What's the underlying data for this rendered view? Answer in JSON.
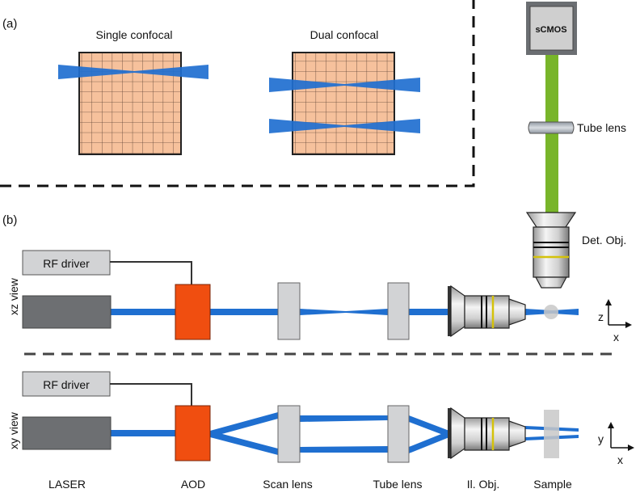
{
  "panel_a": {
    "tag": "(a)",
    "single_title": "Single confocal",
    "dual_title": "Dual confocal"
  },
  "panel_b": {
    "tag": "(b)",
    "xz_view": "xz view",
    "xy_view": "xy view",
    "rf_driver": "RF driver",
    "axes_xz": {
      "vertical": "z",
      "horizontal": "x"
    },
    "axes_xy": {
      "vertical": "y",
      "horizontal": "x"
    }
  },
  "detection": {
    "camera": "sCMOS",
    "tube_lens": "Tube lens",
    "objective": "Det. Obj."
  },
  "bottom_labels": {
    "laser": "LASER",
    "aod": "AOD",
    "scan_lens": "Scan lens",
    "tube_lens": "Tube lens",
    "ill_obj": "Il. Obj.",
    "sample": "Sample"
  },
  "colors": {
    "beam": "#1f6fd0",
    "aod": "#f04e10",
    "tissue": "#f6c19c",
    "detection_beam": "#78b52a",
    "laser_box": "#6d6f72",
    "lens": "#d2d3d5"
  }
}
